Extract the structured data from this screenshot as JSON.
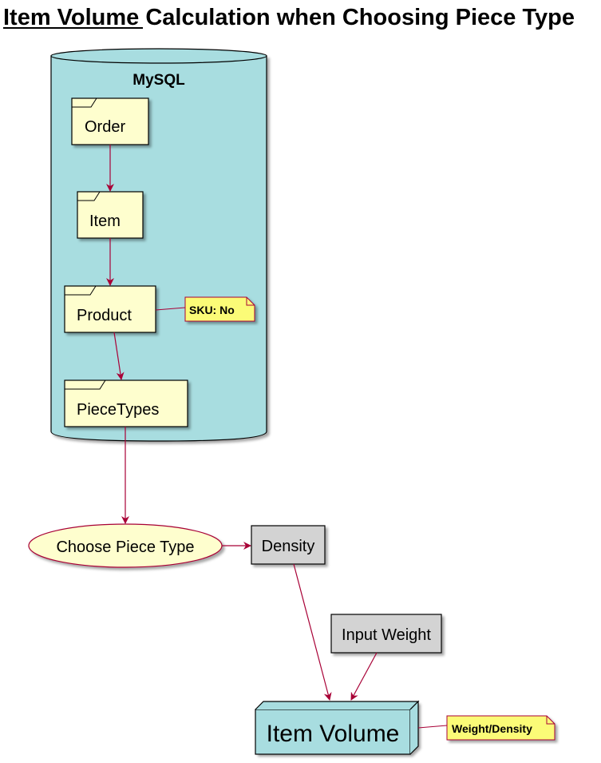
{
  "title": {
    "underlined": "Item Volume",
    "rest": " Calculation when Choosing Piece Type"
  },
  "database": {
    "label": "MySQL"
  },
  "folders": {
    "order": "Order",
    "item": "Item",
    "product": "Product",
    "piece_types": "PieceTypes"
  },
  "notes": {
    "sku": "SKU: No",
    "formula": "Weight/Density"
  },
  "usecase": {
    "choose_piece_type": "Choose Piece Type"
  },
  "rects": {
    "density": "Density",
    "input_weight": "Input Weight"
  },
  "node": {
    "item_volume": "Item Volume"
  },
  "colors": {
    "db_fill": "#a8dde0",
    "folder_fill": "#fefece",
    "note_fill": "#fbfb77",
    "rect_fill": "#d3d3d3",
    "arrow": "#a80036"
  }
}
